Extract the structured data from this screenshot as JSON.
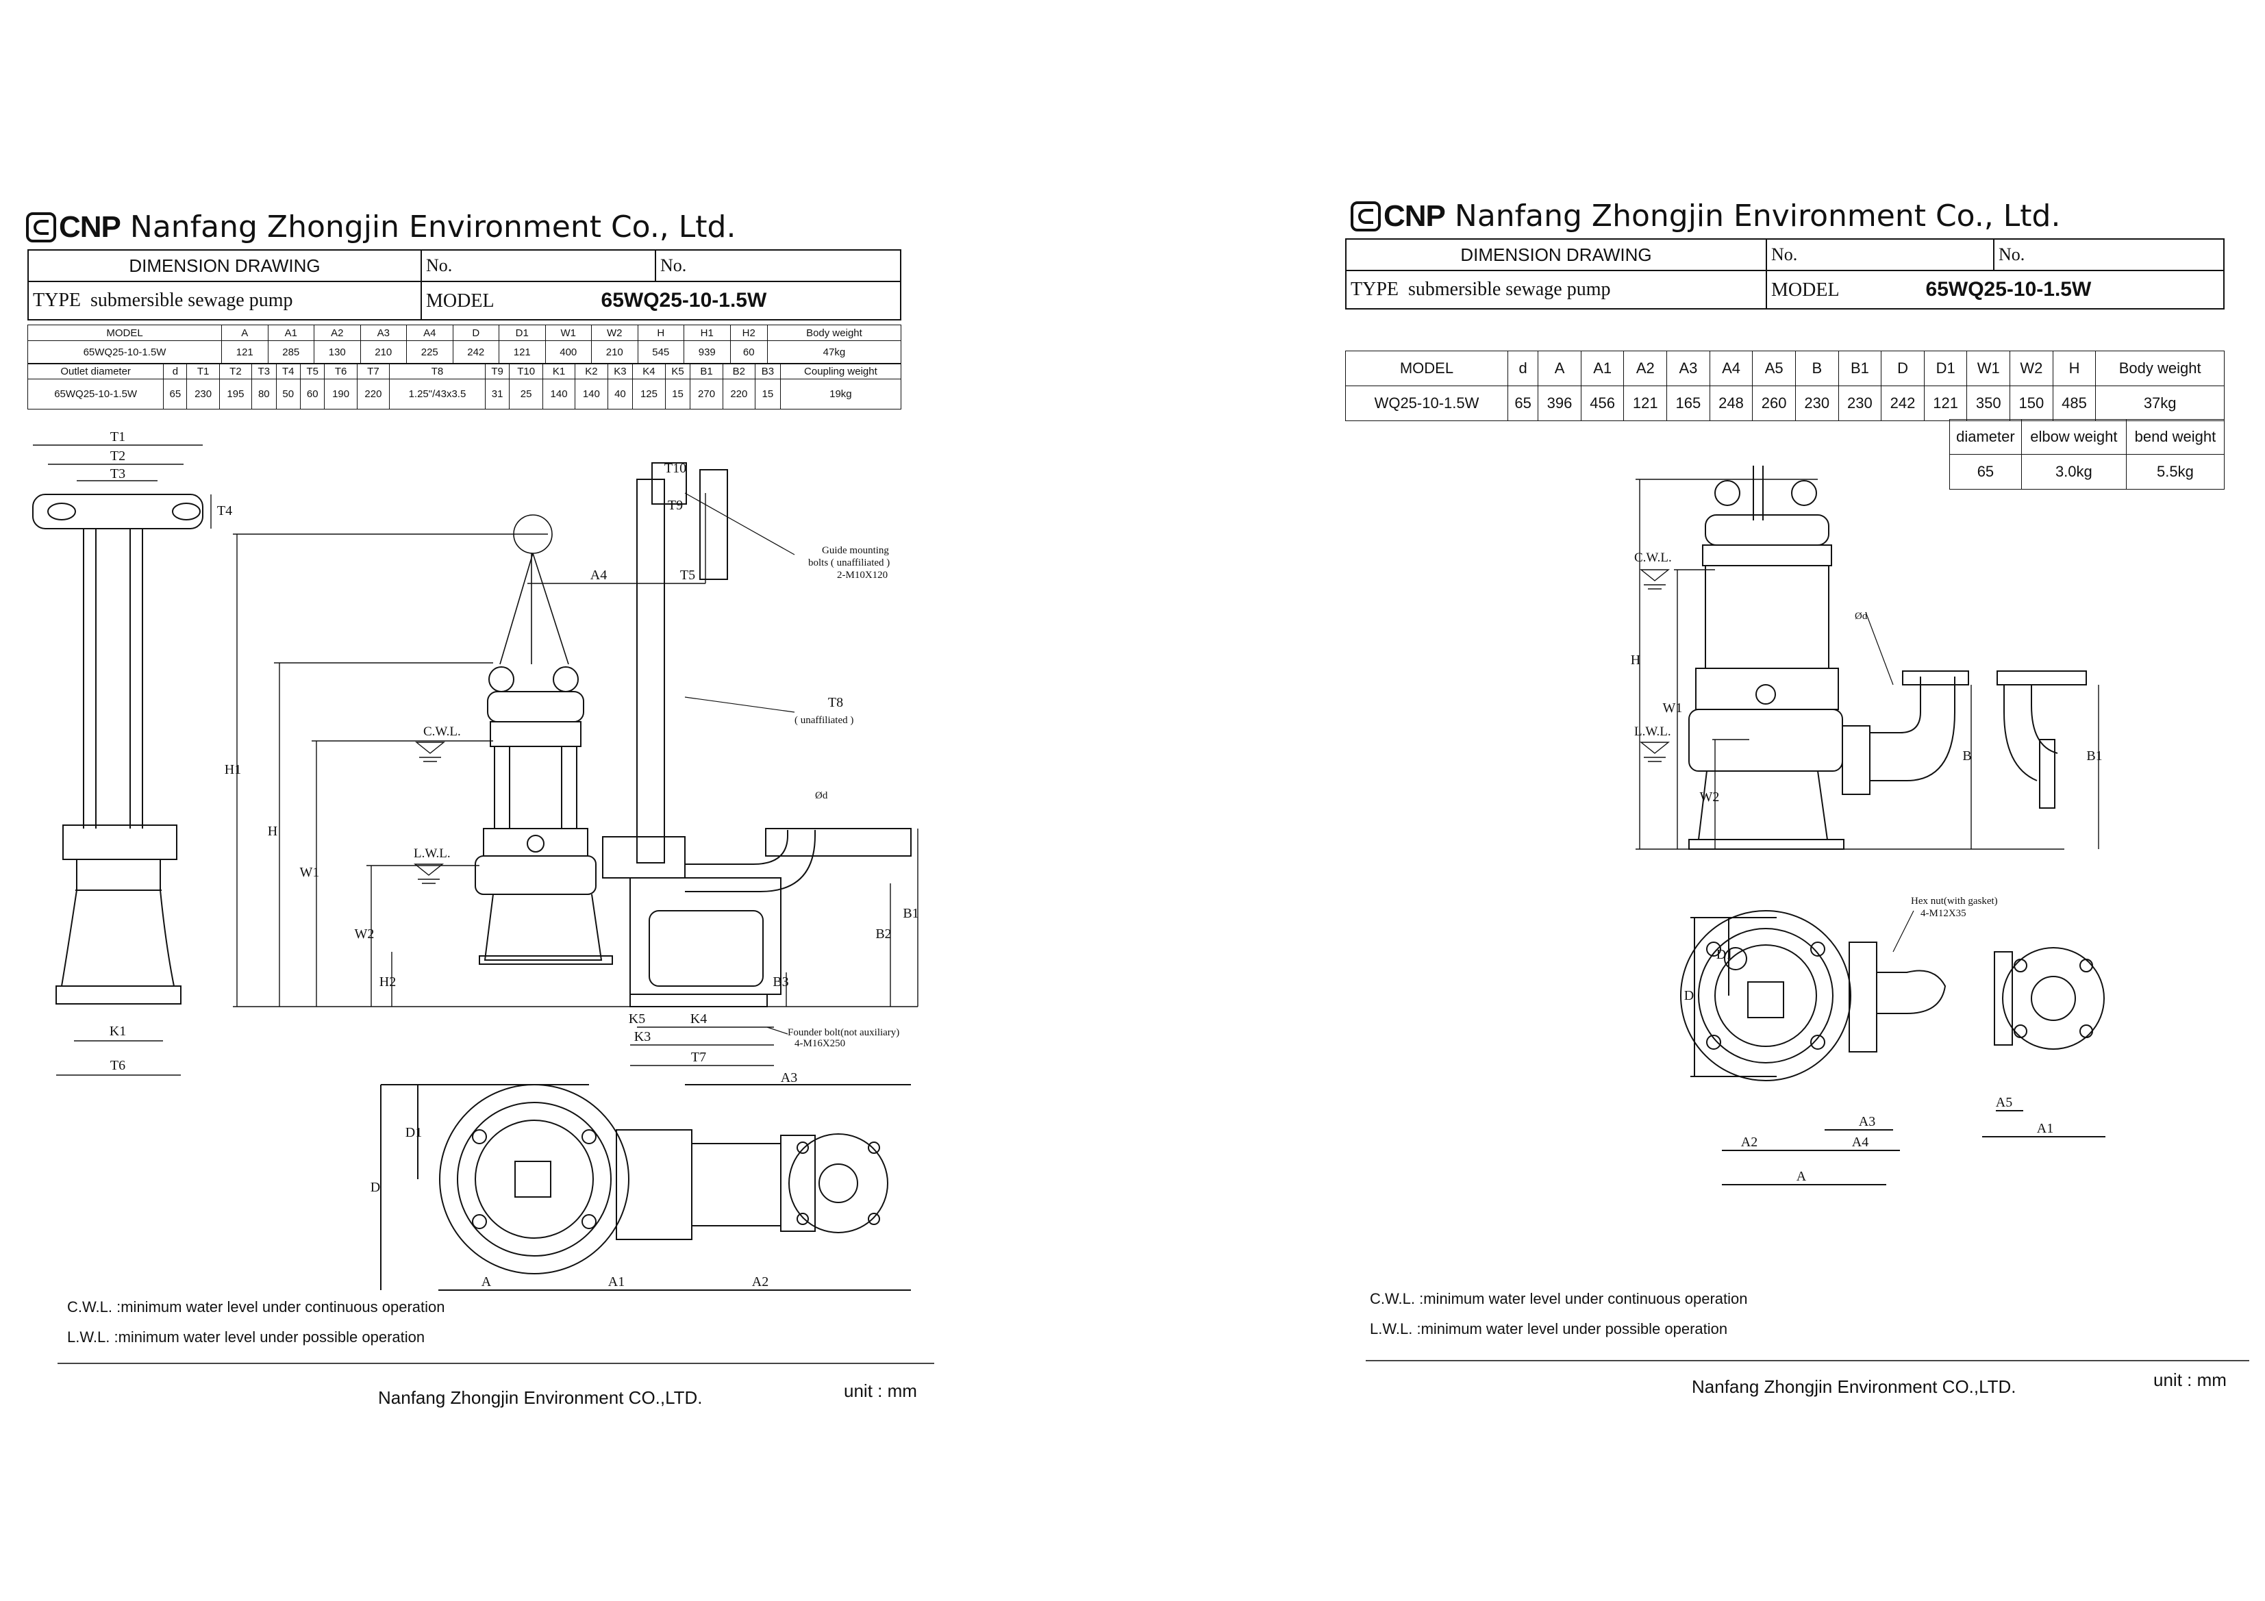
{
  "left": {
    "logo": "CNP",
    "company": "Nanfang Zhongjin Environment Co., Ltd.",
    "header": {
      "dimension_drawing": "DIMENSION DRAWING",
      "no1": "No.",
      "no2": "No.",
      "type_label": "TYPE",
      "type_value": "submersible sewage pump",
      "model_label": "MODEL",
      "model_value": "65WQ25-10-1.5W"
    },
    "table1": {
      "header": [
        "MODEL",
        "A",
        "A1",
        "A2",
        "A3",
        "A4",
        "D",
        "D1",
        "W1",
        "W2",
        "H",
        "H1",
        "H2",
        "Body weight"
      ],
      "row": [
        "65WQ25-10-1.5W",
        "121",
        "285",
        "130",
        "210",
        "225",
        "242",
        "121",
        "400",
        "210",
        "545",
        "939",
        "60",
        "47kg"
      ]
    },
    "table2": {
      "header": [
        "Outlet diameter",
        "d",
        "T1",
        "T2",
        "T3",
        "T4",
        "T5",
        "T6",
        "T7",
        "T8",
        "T9",
        "T10",
        "K1",
        "K2",
        "K3",
        "K4",
        "K5",
        "B1",
        "B2",
        "B3",
        "Coupling weight"
      ],
      "row": [
        "65WQ25-10-1.5W",
        "65",
        "230",
        "195",
        "80",
        "50",
        "60",
        "190",
        "220",
        "1.25\"/43x3.5",
        "31",
        "25",
        "140",
        "140",
        "40",
        "125",
        "15",
        "270",
        "220",
        "15",
        "19kg"
      ]
    },
    "labels": {
      "T1": "T1",
      "T2": "T2",
      "T3": "T3",
      "T4": "T4",
      "T5": "T5",
      "T6": "T6",
      "T7": "T7",
      "T8": "T8",
      "T9": "T9",
      "T10": "T10",
      "K1": "K1",
      "K3": "K3",
      "K4": "K4",
      "K5": "K5",
      "A": "A",
      "A1": "A1",
      "A2": "A2",
      "A3": "A3",
      "A4": "A4",
      "H": "H",
      "H1": "H1",
      "H2": "H2",
      "W1": "W1",
      "W2": "W2",
      "B1": "B1",
      "B2": "B2",
      "B3": "B3",
      "D": "D",
      "D1": "D1",
      "CWL": "C.W.L.",
      "LWL": "L.W.L.",
      "guide_bolts_1": "Guide mounting",
      "guide_bolts_2": "bolts ( unaffiliated )",
      "guide_bolts_3": "2-M10X120",
      "t8_note": "( unaffiliated )",
      "d_label": "Ød",
      "founder_1": "Founder bolt(not auxiliary)",
      "founder_2": "4-M16X250"
    },
    "notes": {
      "cwl": "C.W.L. :minimum water level under continuous operation",
      "lwl": "L.W.L. :minimum water level under possible operation"
    },
    "footer": {
      "company": "Nanfang Zhongjin Environment CO.,LTD.",
      "unit": "unit : mm"
    }
  },
  "right": {
    "logo": "CNP",
    "company": "Nanfang Zhongjin Environment Co., Ltd.",
    "header": {
      "dimension_drawing": "DIMENSION DRAWING",
      "no1": "No.",
      "no2": "No.",
      "type_label": "TYPE",
      "type_value": "submersible sewage pump",
      "model_label": "MODEL",
      "model_value": "65WQ25-10-1.5W"
    },
    "table1": {
      "header": [
        "MODEL",
        "d",
        "A",
        "A1",
        "A2",
        "A3",
        "A4",
        "A5",
        "B",
        "B1",
        "D",
        "D1",
        "W1",
        "W2",
        "H",
        "Body weight"
      ],
      "row": [
        "WQ25-10-1.5W",
        "65",
        "396",
        "456",
        "121",
        "165",
        "248",
        "260",
        "230",
        "230",
        "242",
        "121",
        "350",
        "150",
        "485",
        "37kg"
      ]
    },
    "table2": {
      "header": [
        "diameter",
        "elbow weight",
        "bend weight"
      ],
      "row": [
        "65",
        "3.0kg",
        "5.5kg"
      ]
    },
    "labels": {
      "H": "H",
      "W1": "W1",
      "W2": "W2",
      "B": "B",
      "B1": "B1",
      "D": "D",
      "D1": "D1",
      "A": "A",
      "A1": "A1",
      "A2": "A2",
      "A3": "A3",
      "A4": "A4",
      "A5": "A5",
      "CWL": "C.W.L.",
      "LWL": "L.W.L.",
      "d_label": "Ød",
      "hex_1": "Hex nut(with gasket)",
      "hex_2": "4-M12X35"
    },
    "notes": {
      "cwl": "C.W.L. :minimum water level under continuous operation",
      "lwl": "L.W.L. :minimum water level under possible operation"
    },
    "footer": {
      "company": "Nanfang Zhongjin Environment CO.,LTD.",
      "unit": "unit : mm"
    }
  }
}
